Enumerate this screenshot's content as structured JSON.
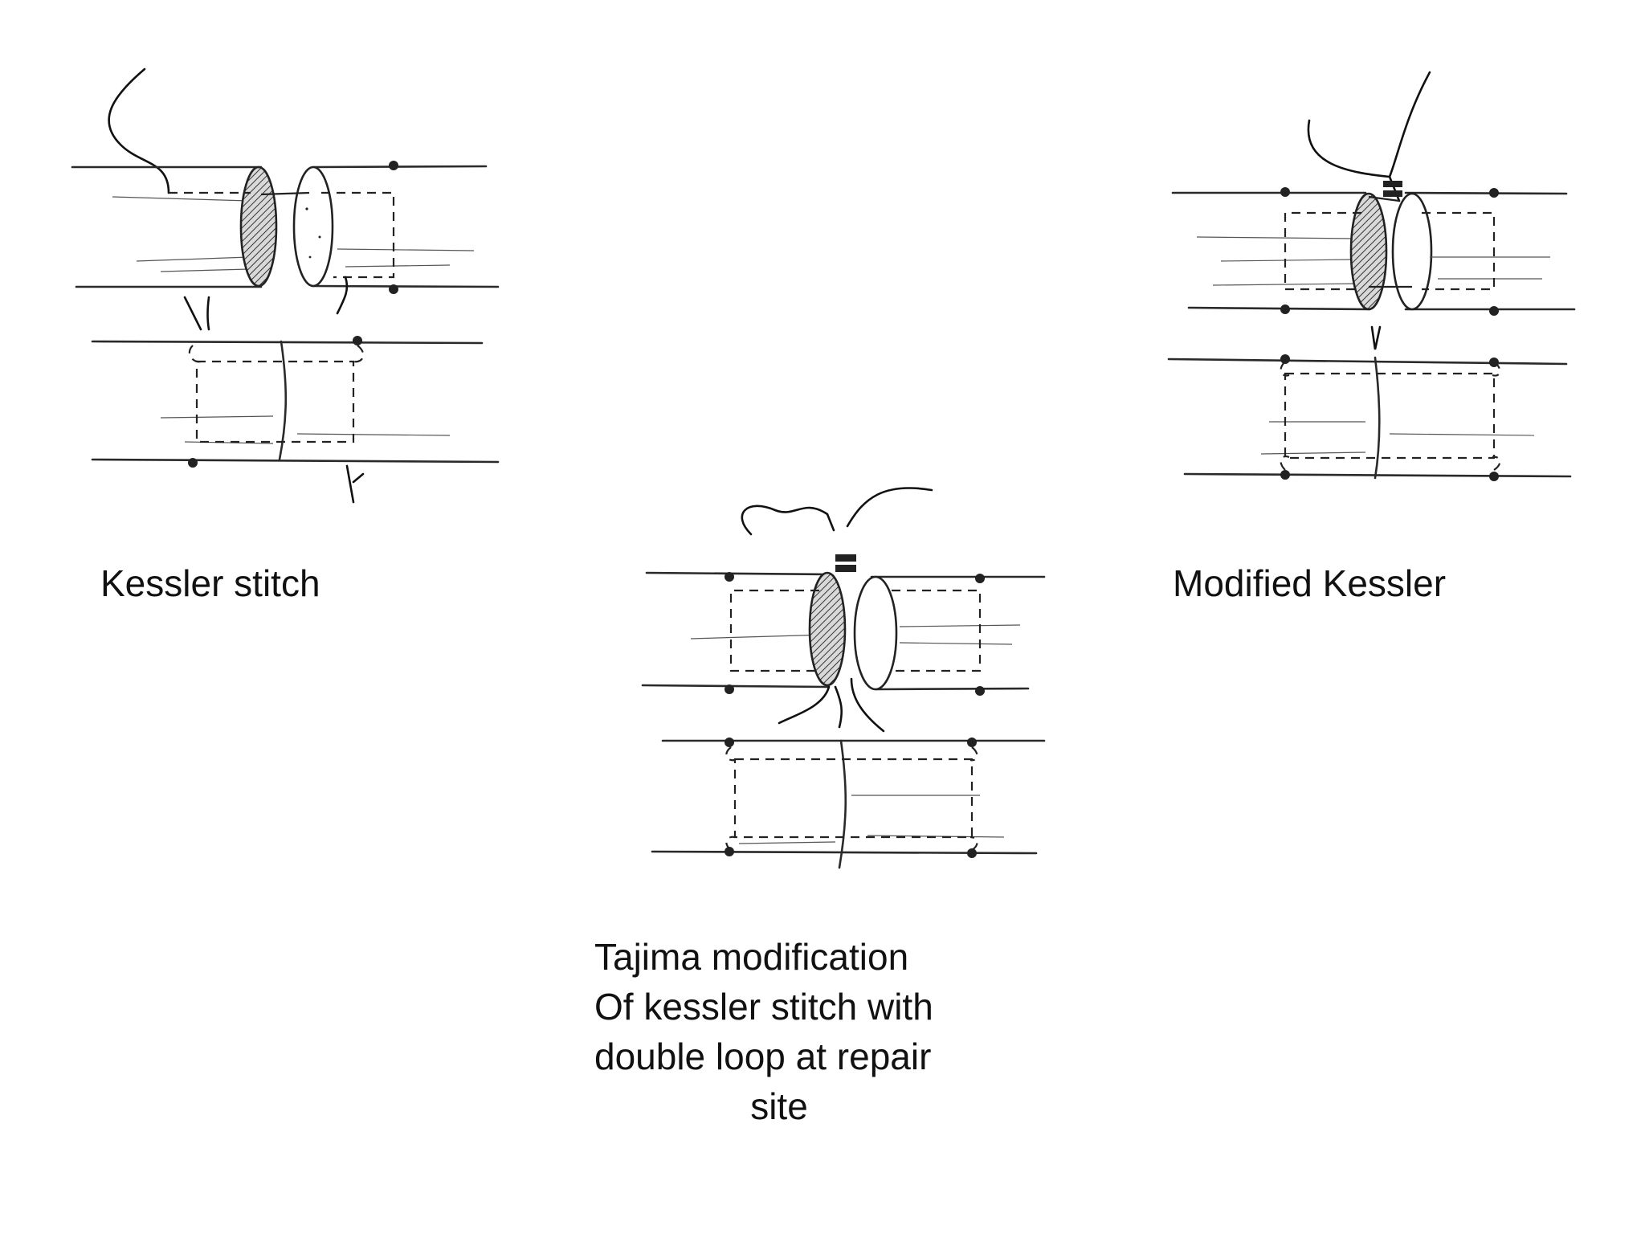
{
  "figures": [
    {
      "id": "kessler",
      "caption_lines": [
        "Kessler stitch"
      ]
    },
    {
      "id": "tajima",
      "caption_lines": [
        "Tajima modification",
        "Of kessler stitch with",
        "double loop at repair",
        "site"
      ]
    },
    {
      "id": "modified-kessler",
      "caption_lines": [
        "Modified Kessler"
      ]
    }
  ],
  "colors": {
    "background": "#ffffff",
    "ink": "#1a1a1a",
    "cut_face_hatch": "#2a2a2a"
  },
  "icons": [
    "tendon-suture-drawing"
  ]
}
